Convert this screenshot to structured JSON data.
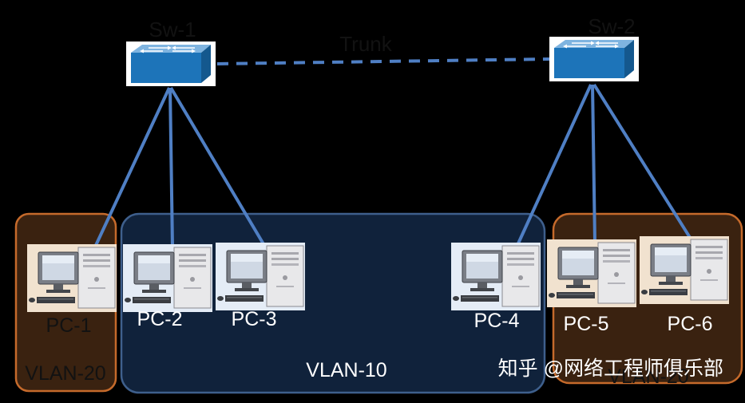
{
  "colors": {
    "background": "#000000",
    "link": "#4f7fc4",
    "vlan10_fill": "#10223b",
    "vlan10_stroke": "#3e5f8c",
    "orange_fill": "#3a2210",
    "orange_stroke": "#c56a2b",
    "switch_blue": "#1d74b9",
    "label_dark": "#121212",
    "label_light": "#ffffff"
  },
  "switches": {
    "sw1": {
      "label": "Sw-1",
      "icon": "network-switch-icon"
    },
    "sw2": {
      "label": "Sw-2",
      "icon": "network-switch-icon"
    }
  },
  "links": {
    "trunk_label": "Trunk"
  },
  "vlans": {
    "left": {
      "label": "VLAN-20"
    },
    "mid": {
      "label": "VLAN-10"
    },
    "right": {
      "label": "VLAN-20"
    }
  },
  "pcs": [
    {
      "label": "PC-1",
      "icon": "desktop-computer-icon",
      "style": "orange"
    },
    {
      "label": "PC-2",
      "icon": "desktop-computer-icon",
      "style": "blue"
    },
    {
      "label": "PC-3",
      "icon": "desktop-computer-icon",
      "style": "blue"
    },
    {
      "label": "PC-4",
      "icon": "desktop-computer-icon",
      "style": "blue"
    },
    {
      "label": "PC-5",
      "icon": "desktop-computer-icon",
      "style": "orange"
    },
    {
      "label": "PC-6",
      "icon": "desktop-computer-icon",
      "style": "orange"
    }
  ],
  "watermark": {
    "text": "知乎 @网络工程师俱乐部"
  }
}
